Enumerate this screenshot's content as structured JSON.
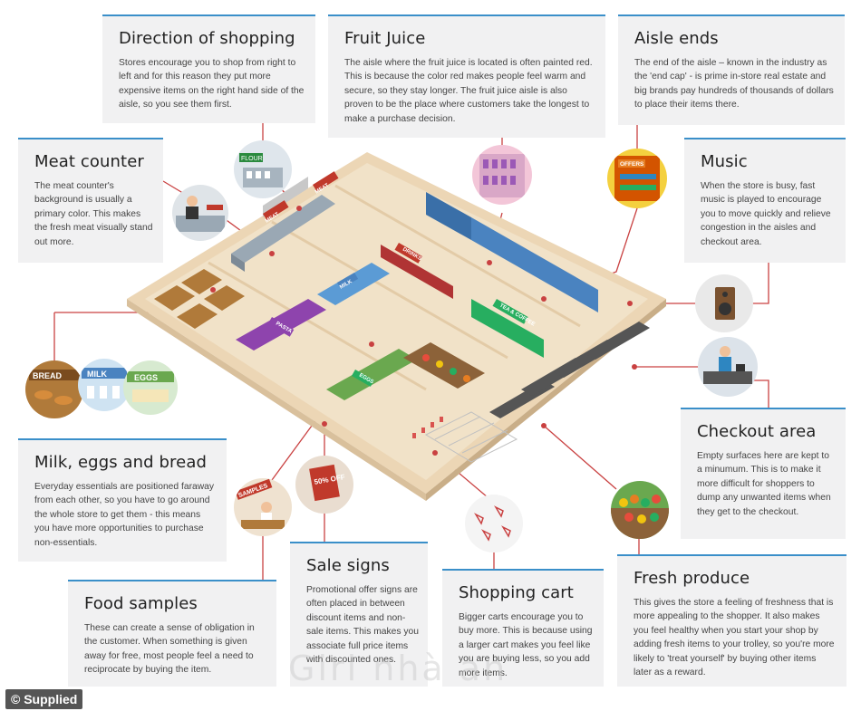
{
  "cards": {
    "direction": {
      "title": "Direction of shopping",
      "body": "Stores encourage you to shop from right to left and for this reason they put more expensive items on the right hand side of the aisle, so you see them first."
    },
    "fruit_juice": {
      "title": "Fruit Juice",
      "body": "The aisle where the fruit juice is located is often painted red. This is because the color red makes people feel warm and secure, so they stay longer. The fruit juice aisle is also proven to be the place where customers take the longest to make a purchase decision."
    },
    "aisle_ends": {
      "title": "Aisle ends",
      "body": "The end of the aisle – known in the industry as the 'end cap' - is prime in-store real estate and big brands pay hundreds of thousands of dollars to place their items there."
    },
    "meat": {
      "title": "Meat counter",
      "body": "The meat counter's background is usually a primary color. This makes the fresh meat visually stand out more."
    },
    "music": {
      "title": "Music",
      "body": "When the store is busy, fast music is played to encourage you to move quickly and relieve congestion in the aisles and checkout area."
    },
    "checkout": {
      "title": "Checkout area",
      "body": "Empty surfaces here are kept to a minumum. This is to make it more difficult for shoppers to dump any unwanted items when they get to the checkout."
    },
    "milk": {
      "title": "Milk, eggs and bread",
      "body": "Everyday essentials are positioned faraway from each other, so you have to go around the whole store to get them - this means you have more opportunities to purchase non-essentials."
    },
    "samples": {
      "title": "Food samples",
      "body": "These can create a sense of obligation in the customer. When something is given away for free, most people feel a need to reciprocate by buying the item."
    },
    "sale": {
      "title": "Sale signs",
      "body": "Promotional offer signs are often placed in between discount items and non-sale items. This makes you associate full price items with discounted ones."
    },
    "cart": {
      "title": "Shopping cart",
      "body": "Bigger carts encourage you to buy more. This is because using a larger cart makes you feel like you are buying less, so you add more items."
    },
    "produce": {
      "title": "Fresh produce",
      "body": "This gives the store a feeling of freshness that is more appealing to the shopper. It also makes you feel healthy when you start your shop by adding fresh items to your trolley, so you're more likely to 'treat yourself' by buying other items later as a reward."
    }
  },
  "store_signs": {
    "meat": "MEAT",
    "flour": "FLOUR",
    "drinks": "DRINKS",
    "milk": "MILK",
    "pasta": "PASTA",
    "tea_coffee": "TEA & COFFEE",
    "bread": "BREAD",
    "eggs": "EGGS",
    "offers": "OFFERS",
    "discount": "50% OFF",
    "samples": "SAMPLES"
  },
  "credit": "© Supplied",
  "watermark": "Girl nhà an",
  "colors": {
    "accent_line": "#3a8fc9",
    "connector": "#c94141",
    "card_bg": "#f1f1f2",
    "floor": "#e9d4b4"
  }
}
